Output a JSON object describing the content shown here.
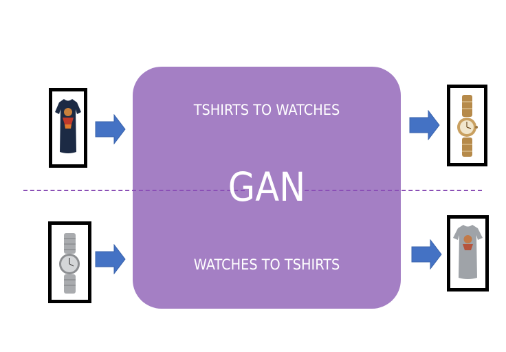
{
  "diagram": {
    "center_label": "GAN",
    "top_label": "TSHIRTS TO WATCHES",
    "bottom_label": "WATCHES TO TSHIRTS"
  },
  "colors": {
    "box": "#a47fc4",
    "arrow": "#4472c4",
    "divider": "#8a4fb5",
    "frame": "#000000"
  },
  "icons": {
    "input_top": "tshirt-navy-icon",
    "output_top": "gold-watch-icon",
    "input_bottom": "silver-watch-icon",
    "output_bottom": "tshirt-grey-icon"
  }
}
